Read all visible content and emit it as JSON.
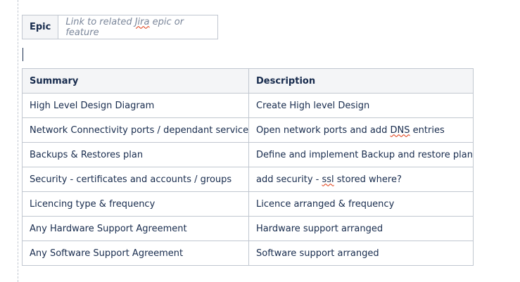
{
  "epic": {
    "label": "Epic",
    "placeholder_before": "Link to related ",
    "placeholder_jira": "Jira",
    "placeholder_after": " epic or feature"
  },
  "table": {
    "headers": [
      "Summary",
      "Description"
    ],
    "rows": [
      {
        "summary": "High Level Design Diagram",
        "description": "Create High level Design"
      },
      {
        "summary": "Network Connectivity ports / dependant services",
        "description_before": "Open network ports and add ",
        "description_flag": "DNS",
        "description_after": " entries"
      },
      {
        "summary": "Backups & Restores plan",
        "description": "Define and implement Backup and restore plans"
      },
      {
        "summary": "Security - certificates and accounts / groups",
        "description_before": "add security - ",
        "description_flag": "ssl",
        "description_after": " stored where?"
      },
      {
        "summary": "Licencing type & frequency",
        "description": "Licence arranged & frequency"
      },
      {
        "summary": "Any Hardware Support Agreement",
        "description": "Hardware support arranged"
      },
      {
        "summary": "Any Software Support Agreement",
        "description": "Software support arranged"
      }
    ]
  }
}
